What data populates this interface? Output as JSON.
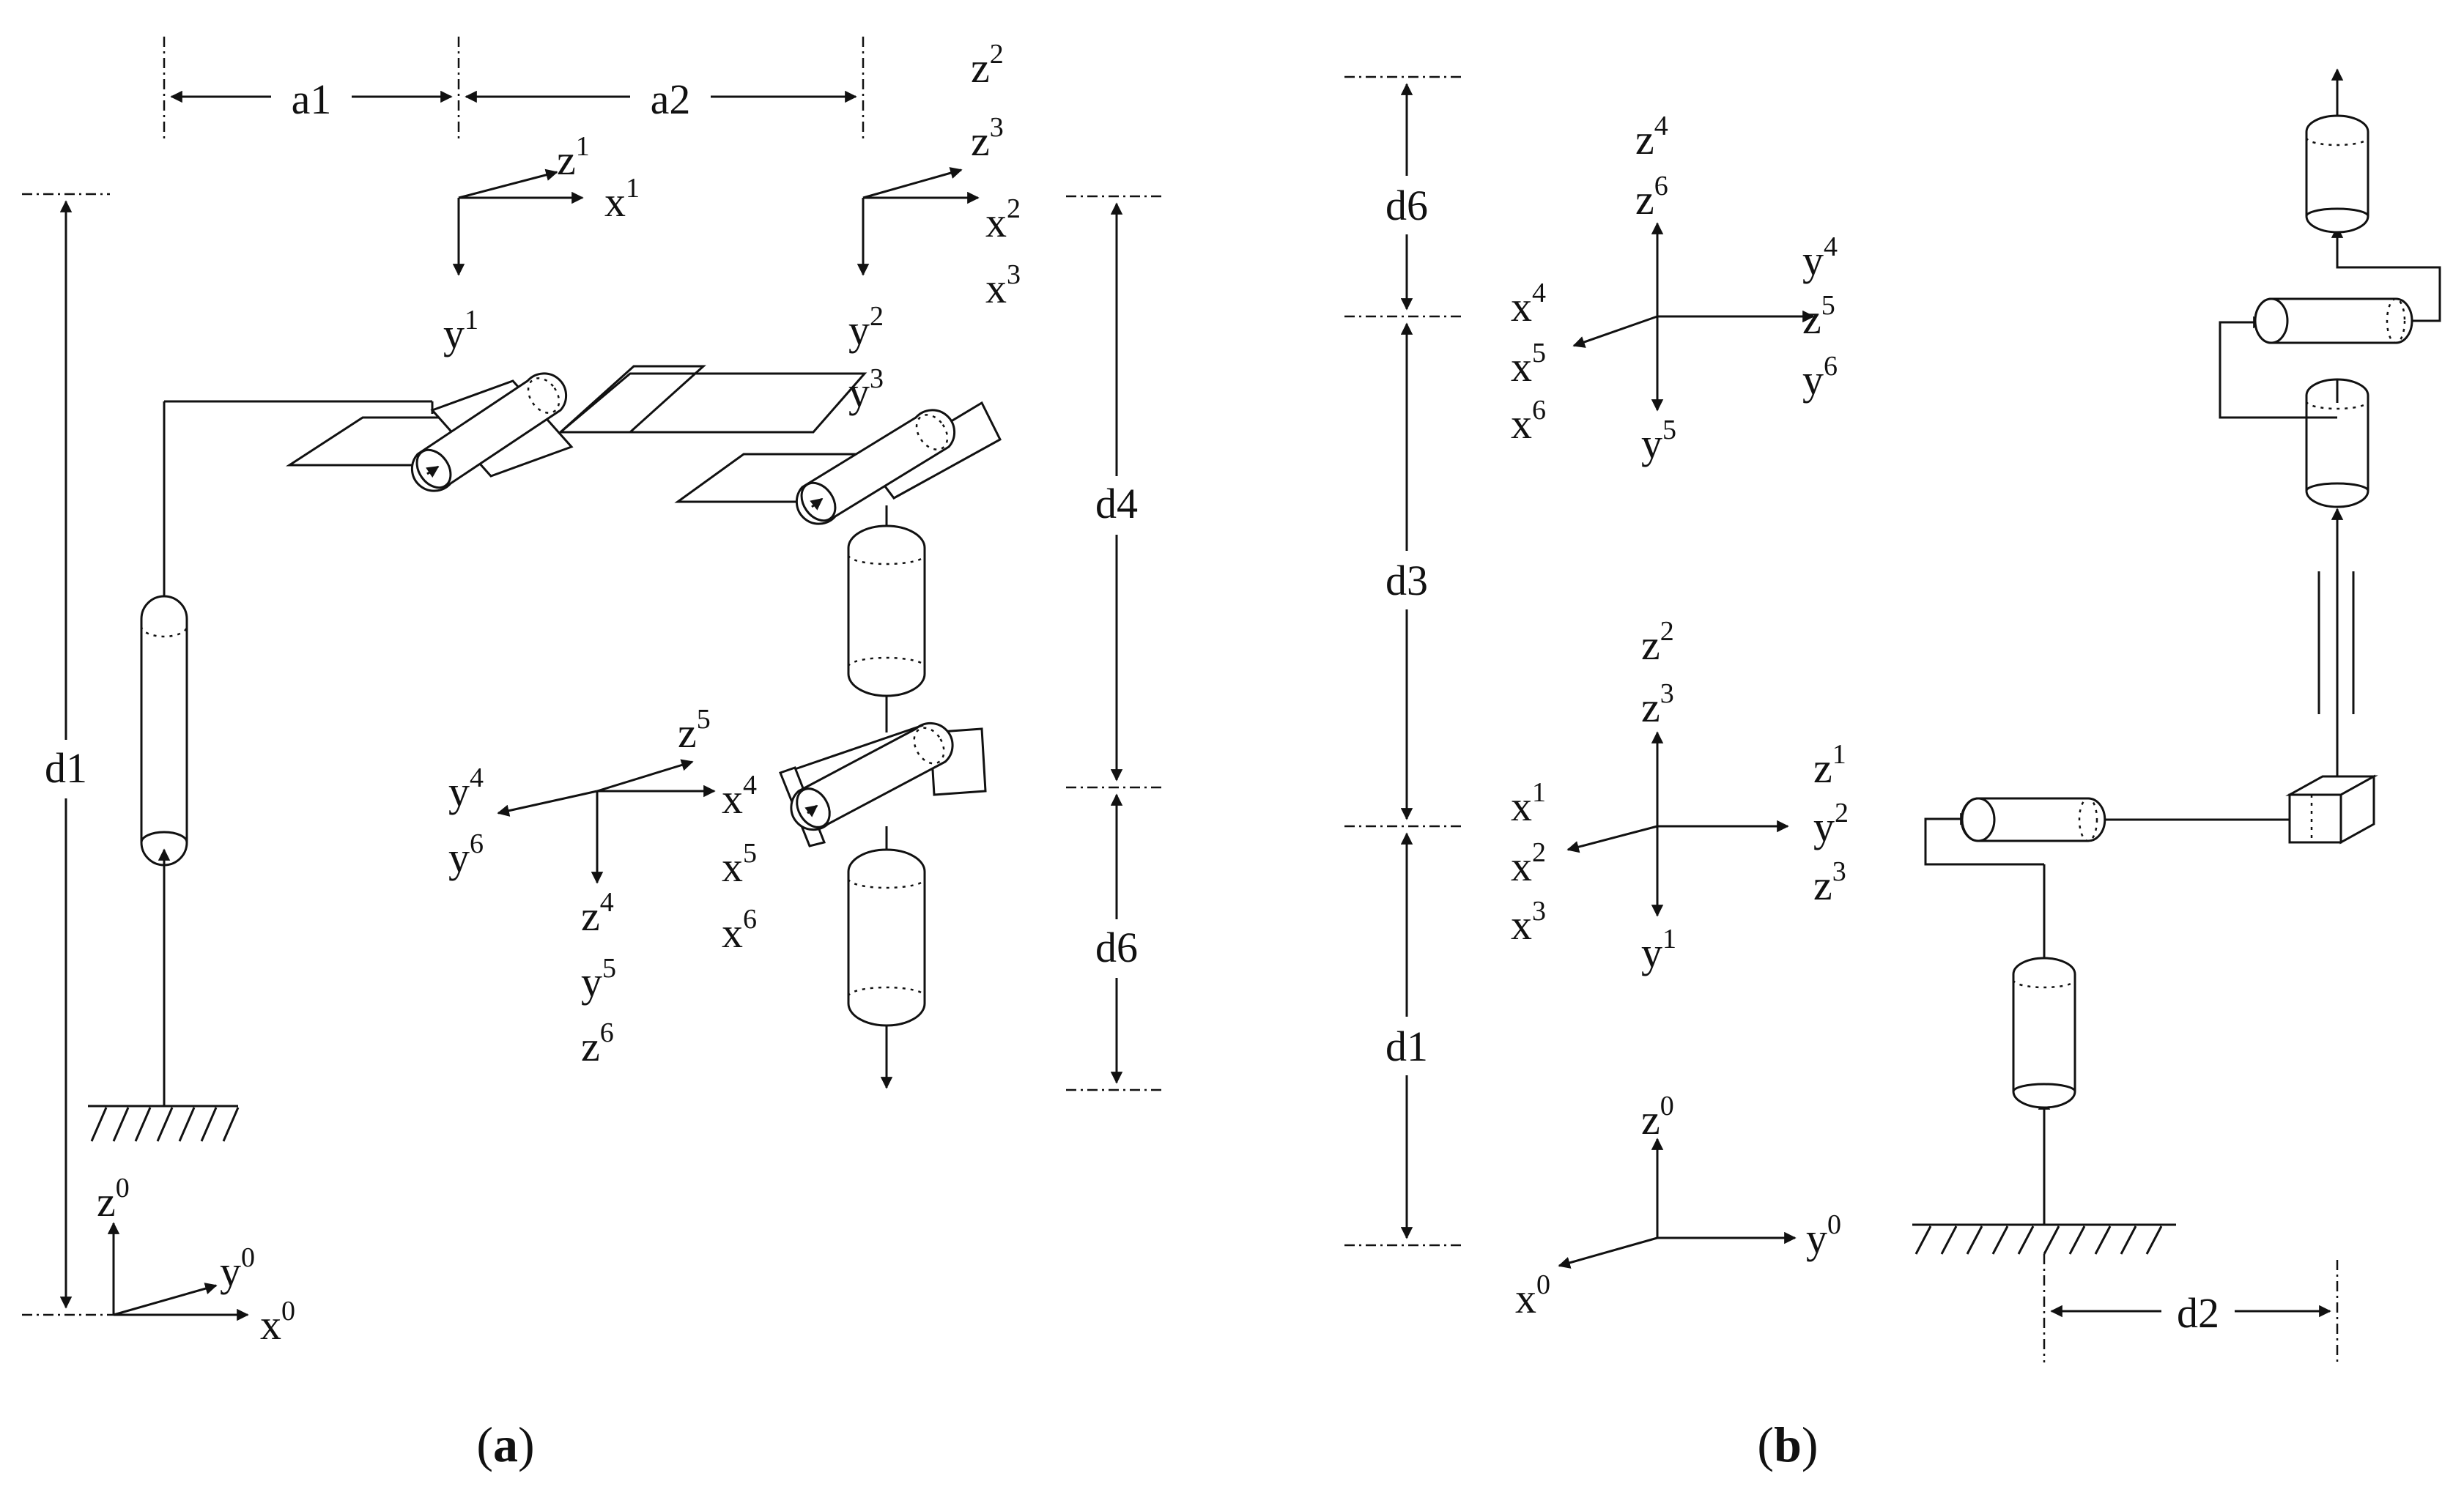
{
  "panel_a": {
    "caption": {
      "open": "(",
      "letter": "a",
      "close": ")"
    },
    "dims": {
      "a1": "a1",
      "a2": "a2",
      "d1": "d1",
      "d4": "d4",
      "d6": "d6"
    },
    "frames": {
      "f1": {
        "z": "z",
        "zs": "1",
        "x": "x",
        "xs": "1",
        "y": "y",
        "ys": "1"
      },
      "f23": {
        "z2": "z",
        "z2s": "2",
        "z3": "z",
        "z3s": "3",
        "x2": "x",
        "x2s": "2",
        "x3": "x",
        "x3s": "3",
        "y2": "y",
        "y2s": "2",
        "y3": "y",
        "y3s": "3"
      },
      "f456": {
        "z5": "z",
        "z5s": "5",
        "y4": "y",
        "y4s": "4",
        "y6": "y",
        "y6s": "6",
        "x4": "x",
        "x4s": "4",
        "x5": "x",
        "x5s": "5",
        "x6": "x",
        "x6s": "6",
        "z4": "z",
        "z4s": "4",
        "y5": "y",
        "y5s": "5",
        "z6": "z",
        "z6s": "6"
      },
      "f0": {
        "z": "z",
        "zs": "0",
        "y": "y",
        "ys": "0",
        "x": "x",
        "xs": "0"
      }
    }
  },
  "panel_b": {
    "caption": {
      "open": "(",
      "letter": "b",
      "close": ")"
    },
    "dims": {
      "d6": "d6",
      "d3": "d3",
      "d1": "d1",
      "d2": "d2"
    },
    "frames": {
      "top": {
        "z4": "z",
        "z4s": "4",
        "z6": "z",
        "z6s": "6",
        "x4": "x",
        "x4s": "4",
        "x5": "x",
        "x5s": "5",
        "x6": "x",
        "x6s": "6",
        "y4": "y",
        "y4s": "4",
        "z5": "z",
        "z5s": "5",
        "y6": "y",
        "y6s": "6",
        "y5": "y",
        "y5s": "5"
      },
      "mid": {
        "z2": "z",
        "z2s": "2",
        "z3": "z",
        "z3s": "3",
        "x1": "x",
        "x1s": "1",
        "x2": "x",
        "x2s": "2",
        "x3": "x",
        "x3s": "3",
        "z1": "z",
        "z1s": "1",
        "y2": "y",
        "y2s": "2",
        "z3b": "z",
        "z3bs": "3",
        "y1": "y",
        "y1s": "1"
      },
      "base": {
        "z0": "z",
        "z0s": "0",
        "x0": "x",
        "x0s": "0",
        "y0": "y",
        "y0s": "0"
      }
    }
  }
}
